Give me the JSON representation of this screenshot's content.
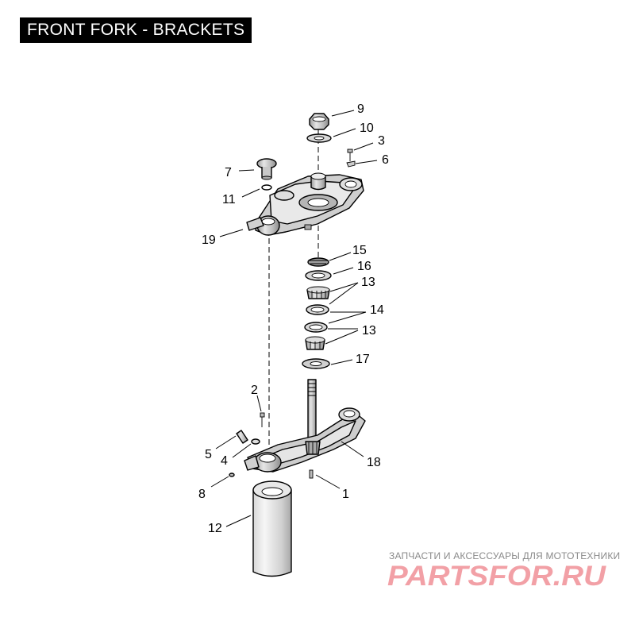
{
  "title": "FRONT FORK - BRACKETS",
  "callouts": {
    "c1": "1",
    "c2": "2",
    "c3": "3",
    "c4": "4",
    "c5": "5",
    "c6": "6",
    "c7": "7",
    "c8": "8",
    "c9": "9",
    "c10": "10",
    "c11": "11",
    "c12": "12",
    "c13a": "13",
    "c13b": "13",
    "c14": "14",
    "c15": "15",
    "c16": "16",
    "c17": "17",
    "c18": "18",
    "c19": "19"
  },
  "watermark": {
    "caption": "ЗАПЧАСТИ И АКСЕССУАРЫ ДЛЯ МОТОТЕХНИКИ",
    "logo_text": "PARTSFOR.RU",
    "logo_color": "#f2a0a6"
  }
}
